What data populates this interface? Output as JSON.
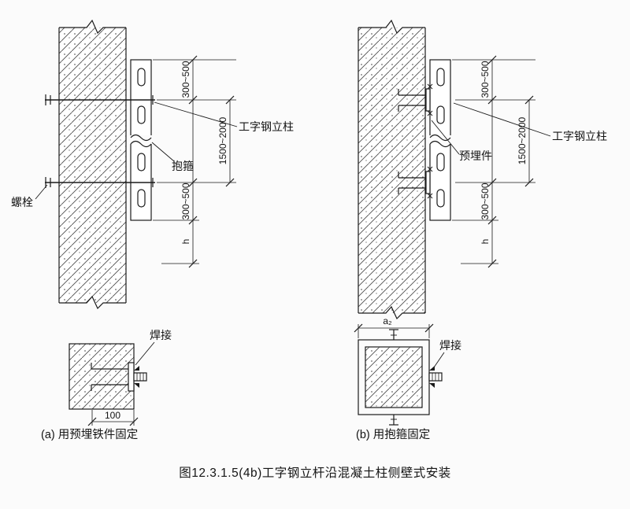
{
  "figure_a": {
    "labels": {
      "bolt": "螺栓",
      "hoop": "抱箍",
      "ibeam": "工字钢立柱"
    },
    "dims": {
      "top": "300~500",
      "span": "1500~2000",
      "bottom": "300~500",
      "h": "h"
    }
  },
  "figure_b": {
    "labels": {
      "embed": "预埋件",
      "ibeam": "工字钢立柱"
    },
    "dims": {
      "top": "300~500",
      "span": "1500~2000",
      "bottom": "300~500",
      "h": "h"
    }
  },
  "detail_a": {
    "weld": "焊接",
    "depth": "100",
    "caption": "(a) 用预埋铁件固定"
  },
  "detail_b": {
    "weld": "焊接",
    "width": "a₂",
    "caption": "(b) 用抱箍固定"
  },
  "title": "图12.3.1.5(4b)工字钢立杆沿混凝土柱侧壁式安装"
}
